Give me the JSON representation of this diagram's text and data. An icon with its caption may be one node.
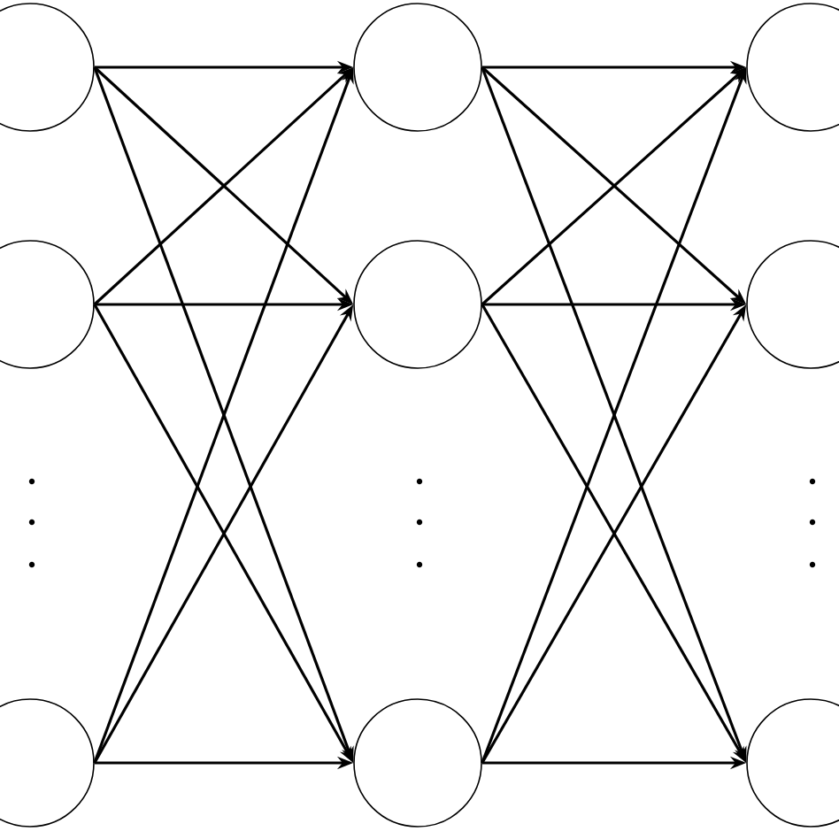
{
  "diagram": {
    "nodes": [
      {
        "text": [],
        "shape": "circle"
      },
      {
        "text": [],
        "shape": "circle"
      },
      {
        "text": [],
        "shape": "circle"
      },
      {
        "text": [],
        "shape": "circle"
      },
      {
        "text": [],
        "shape": "circle"
      },
      {
        "text": [],
        "shape": "circle"
      },
      {
        "text": [],
        "shape": "circle"
      },
      {
        "text": [],
        "shape": "circle"
      },
      {
        "text": [],
        "shape": "circle"
      }
    ],
    "edges": [
      {
        "from": 0,
        "to": 3,
        "arrow": "to"
      },
      {
        "from": 0,
        "to": 4,
        "arrow": "to"
      },
      {
        "from": 0,
        "to": 5,
        "arrow": "to"
      },
      {
        "from": 1,
        "to": 3,
        "arrow": "to"
      },
      {
        "from": 1,
        "to": 4,
        "arrow": "to"
      },
      {
        "from": 1,
        "to": 5,
        "arrow": "to"
      },
      {
        "from": 2,
        "to": 3,
        "arrow": "to"
      },
      {
        "from": 2,
        "to": 4,
        "arrow": "to"
      },
      {
        "from": 2,
        "to": 5,
        "arrow": "to"
      },
      {
        "from": 3,
        "to": 6,
        "arrow": "to"
      },
      {
        "from": 3,
        "to": 7,
        "arrow": "to"
      },
      {
        "from": 3,
        "to": 8,
        "arrow": "to"
      },
      {
        "from": 4,
        "to": 6,
        "arrow": "to"
      },
      {
        "from": 4,
        "to": 7,
        "arrow": "to"
      },
      {
        "from": 4,
        "to": 8,
        "arrow": "to"
      },
      {
        "from": 5,
        "to": 6,
        "arrow": "to"
      },
      {
        "from": 5,
        "to": 7,
        "arrow": "to"
      },
      {
        "from": 5,
        "to": 8,
        "arrow": "to"
      }
    ]
  }
}
